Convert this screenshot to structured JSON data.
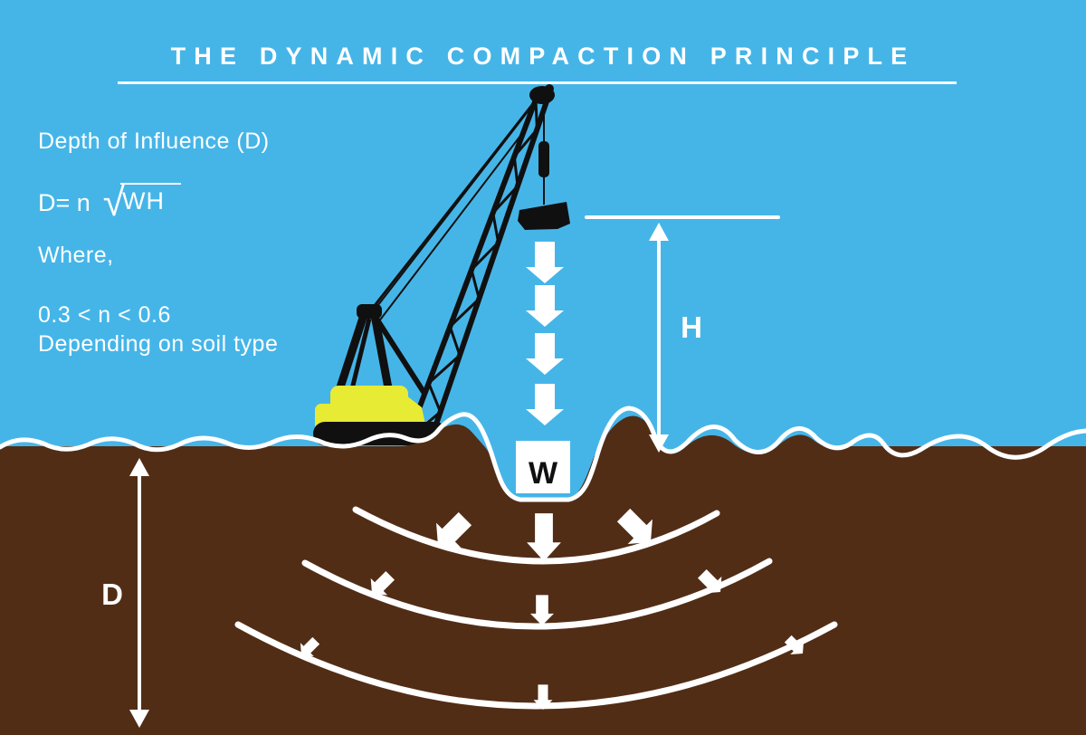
{
  "header": {
    "title": "THE DYNAMIC COMPACTION PRINCIPLE"
  },
  "formula_panel": {
    "depth_line": "Depth of Influence (D)",
    "equation": {
      "prefix": "D= n",
      "radical": "√",
      "radicand": "WH"
    },
    "where_label": "Where,",
    "n_range": "0.3 < n < 0.6",
    "n_note": "Depending on soil type"
  },
  "diagram_labels": {
    "height": "H",
    "weight": "W",
    "depth": "D"
  },
  "colors": {
    "sky": "#45b5e8",
    "soil": "#522d16",
    "crane_yellow": "#e7eb33",
    "silhouette_black": "#101010",
    "line_white": "#ffffff"
  }
}
